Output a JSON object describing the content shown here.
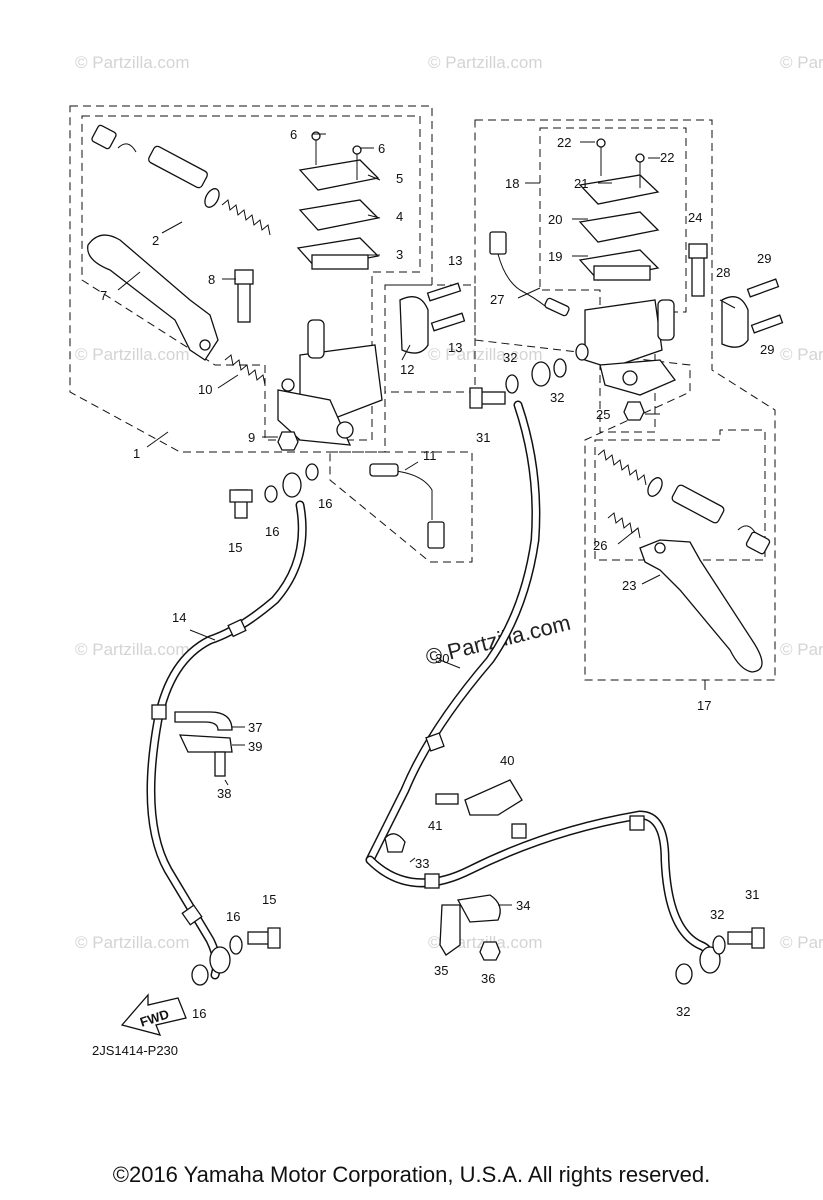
{
  "watermark": {
    "text": "© Partzilla.com",
    "center_text": "© Partzilla.com"
  },
  "labels": {
    "n1": "1",
    "n2": "2",
    "n3": "3",
    "n4": "4",
    "n5": "5",
    "n6a": "6",
    "n6b": "6",
    "n7": "7",
    "n8": "8",
    "n9": "9",
    "n10": "10",
    "n11": "11",
    "n12": "12",
    "n13a": "13",
    "n13b": "13",
    "n14": "14",
    "n15a": "15",
    "n15b": "15",
    "n16a": "16",
    "n16b": "16",
    "n16c": "16",
    "n16d": "16",
    "n17": "17",
    "n18": "18",
    "n19": "19",
    "n20": "20",
    "n21": "21",
    "n22a": "22",
    "n22b": "22",
    "n23": "23",
    "n24": "24",
    "n25": "25",
    "n26": "26",
    "n27": "27",
    "n28": "28",
    "n29a": "29",
    "n29b": "29",
    "n30": "30",
    "n31a": "31",
    "n31b": "31",
    "n32a": "32",
    "n32b": "32",
    "n32c": "32",
    "n32d": "32",
    "n33": "33",
    "n34": "34",
    "n35": "35",
    "n36": "36",
    "n37": "37",
    "n38": "38",
    "n39": "39",
    "n40": "40",
    "n41": "41"
  },
  "fwd_label": "FWD",
  "diagram_code": "2JS1414-P230",
  "copyright": "©2016  Yamaha Motor Corporation, U.S.A. All rights reserved."
}
